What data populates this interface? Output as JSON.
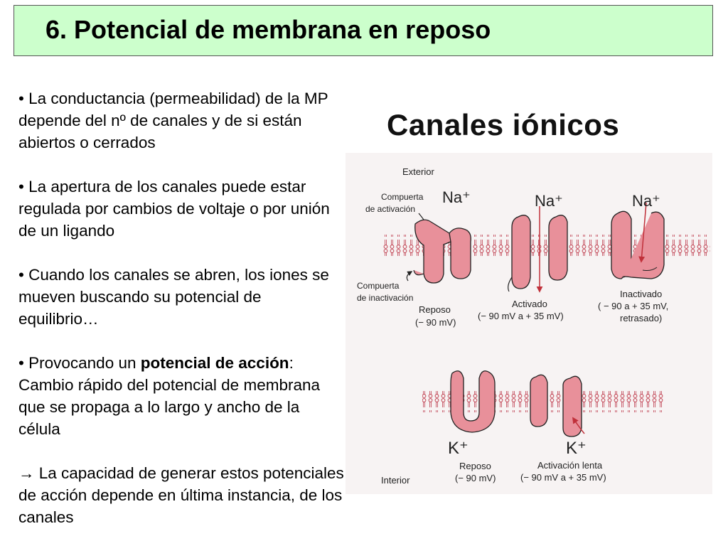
{
  "slide": {
    "title": "6. Potencial de membrana en reposo",
    "bullets": [
      "• La conductancia (permeabilidad) de la MP depende del nº de canales y de si están abiertos o cerrados",
      "• La apertura de los canales puede estar regulada por cambios de voltaje o por unión de un ligando",
      "• Cuando los canales se abren, los iones se mueven buscando su potencial de equilibrio…"
    ],
    "bullet4": {
      "prefix": "• Provocando un ",
      "bold": "potencial de acción",
      "suffix": ": Cambio rápido del potencial de membrana que se propaga a lo largo y ancho de la célula"
    },
    "bullet5": "→ La capacidad de generar estos potenciales de acción depende en última instancia, de los canales"
  },
  "figure": {
    "title": "Canales iónicos",
    "exterior": "Exterior",
    "interior": "Interior",
    "compuerta_activacion": [
      "Compuerta",
      "de activación"
    ],
    "compuerta_inactivacion": [
      "Compuerta",
      "de inactivación"
    ],
    "na_label": "Na⁺",
    "k_label": "K⁺",
    "states_na": [
      {
        "name": "Reposo",
        "voltage": "(− 90 mV)"
      },
      {
        "name": "Activado",
        "voltage": "(− 90 mV a + 35 mV)"
      },
      {
        "name": "Inactivado",
        "voltage": "( − 90 a + 35 mV,",
        "voltage2": "retrasado)"
      }
    ],
    "states_k": [
      {
        "name": "Reposo",
        "voltage": "(− 90 mV)"
      },
      {
        "name": "Activación lenta",
        "voltage": "(− 90 mV a + 35 mV)"
      }
    ],
    "colors": {
      "channel": "#e8909a",
      "channel_stroke": "#222",
      "arrow": "#c0303a",
      "na_text": "#d02030",
      "title_bg": "#ccffcc"
    }
  }
}
